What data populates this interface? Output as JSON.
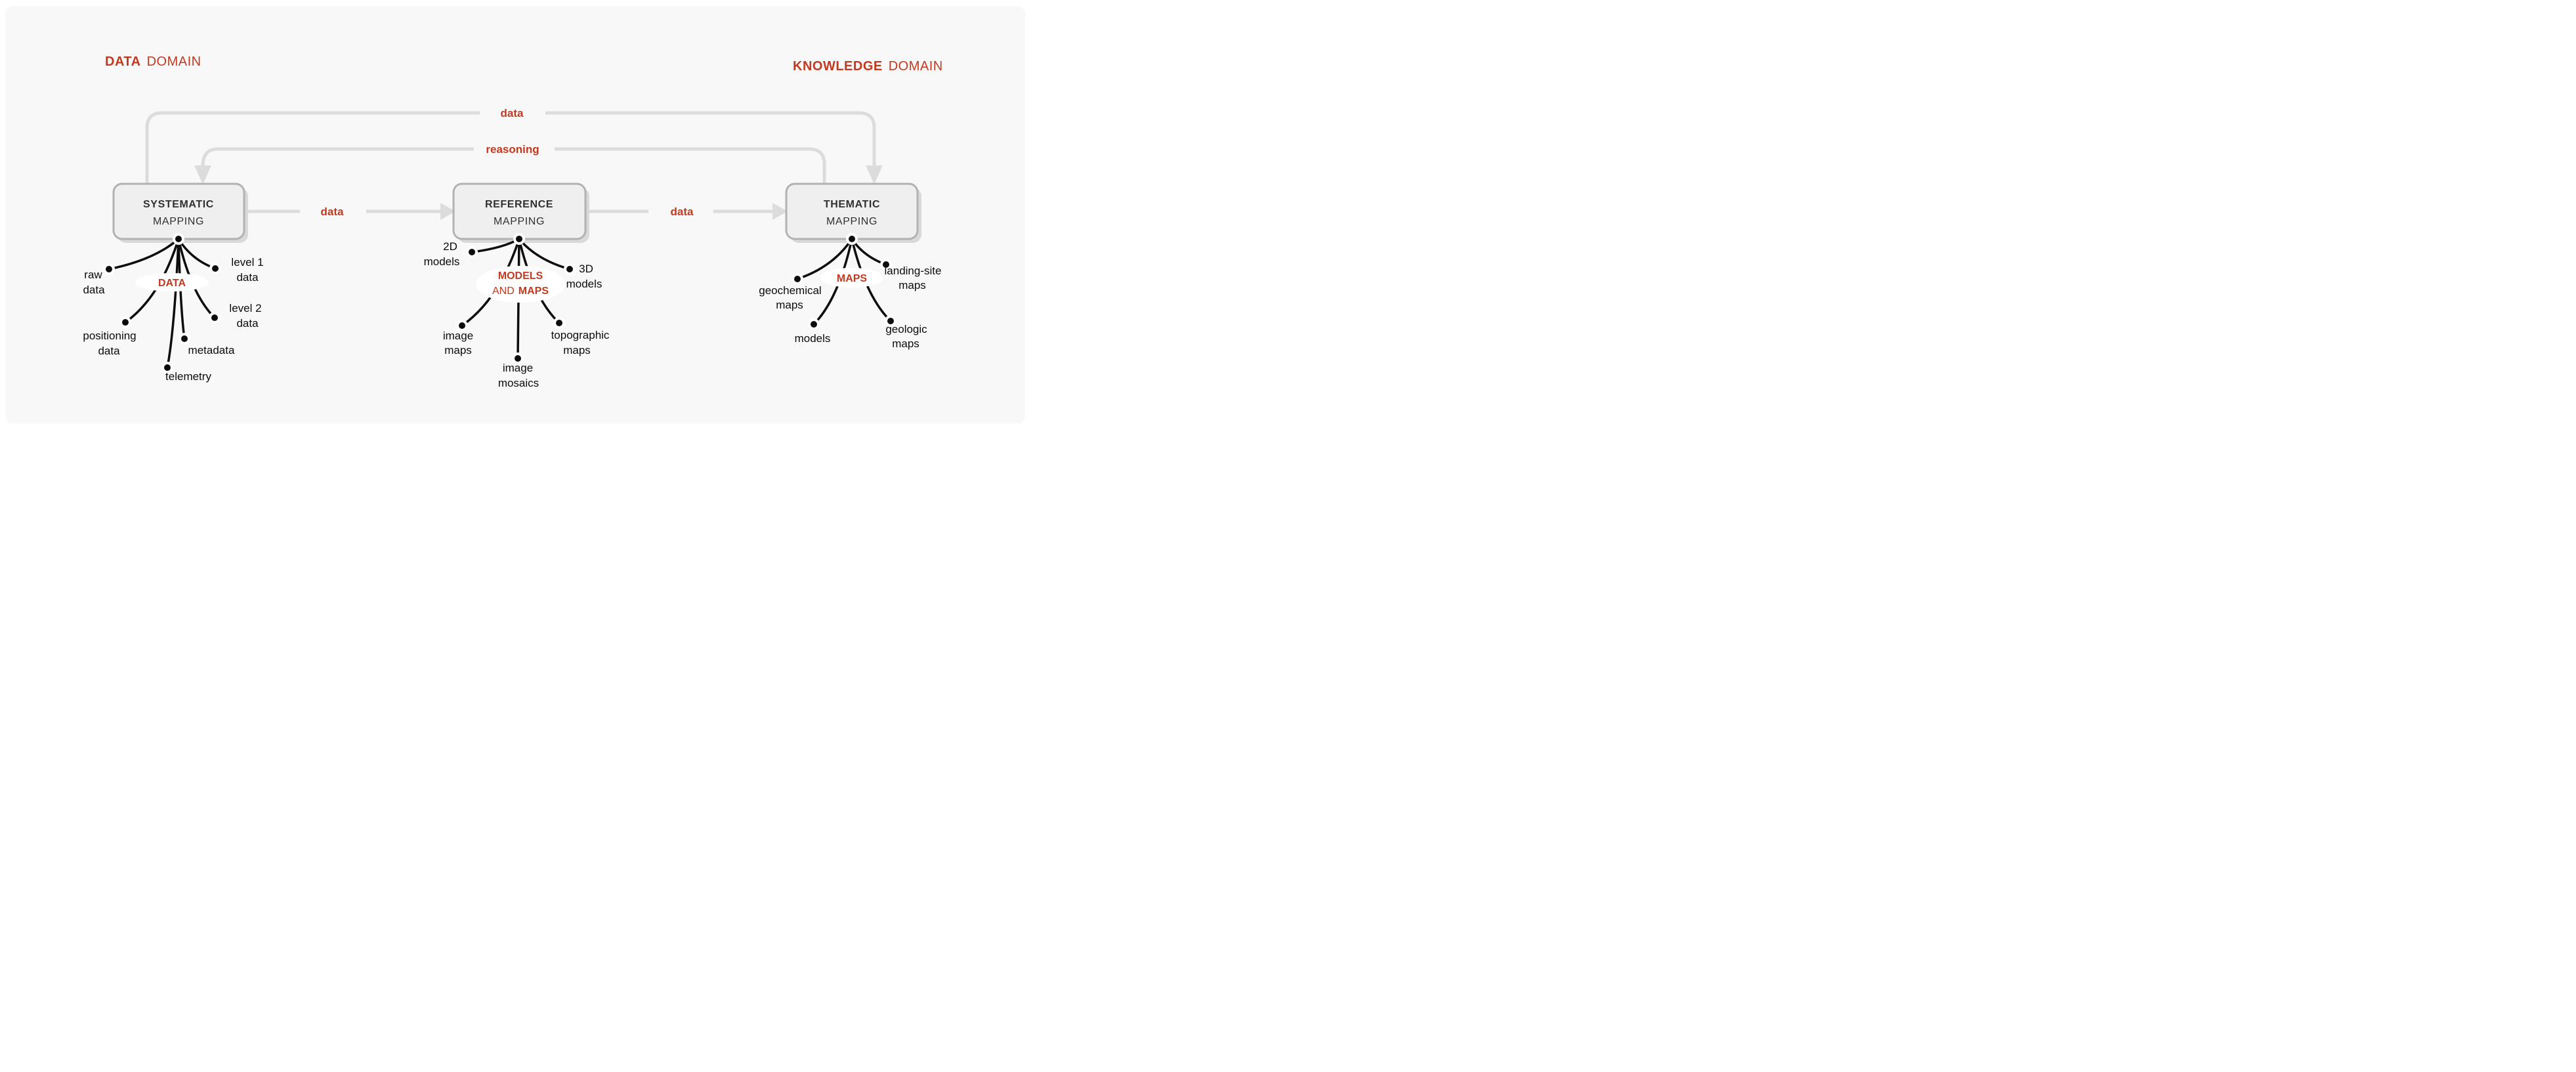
{
  "colors": {
    "accent_red": "#c23a20",
    "connector_gray": "#dcdcdc",
    "box_border": "#b2b2b2",
    "box_fill": "#efefef",
    "panel_bg": "#f8f8f8",
    "line_black": "#0d0d0d"
  },
  "domains": {
    "left": {
      "bold": "DATA",
      "rest": "DOMAIN"
    },
    "right": {
      "bold": "KNOWLEDGE",
      "rest": "DOMAIN"
    }
  },
  "feedback_loops": {
    "data_label": "data",
    "reasoning_label": "reasoning"
  },
  "flow_connectors": [
    {
      "label": "data"
    },
    {
      "label": "data"
    }
  ],
  "stages": [
    {
      "title_line1": "SYSTEMATIC",
      "title_line2": "MAPPING",
      "center_label": {
        "line1_bold": "DATA"
      },
      "leaves": [
        {
          "lines": [
            "raw",
            "data"
          ]
        },
        {
          "lines": [
            "positioning",
            "data"
          ]
        },
        {
          "lines": [
            "telemetry"
          ]
        },
        {
          "lines": [
            "metadata"
          ]
        },
        {
          "lines": [
            "level 2",
            "data"
          ]
        },
        {
          "lines": [
            "level 1",
            "data"
          ]
        }
      ]
    },
    {
      "title_line1": "REFERENCE",
      "title_line2": "MAPPING",
      "center_label": {
        "line1_bold": "MODELS",
        "line2_regular": "AND",
        "line2_bold": "MAPS"
      },
      "leaves": [
        {
          "lines": [
            "2D",
            "models"
          ]
        },
        {
          "lines": [
            "image",
            "maps"
          ]
        },
        {
          "lines": [
            "image",
            "mosaics"
          ]
        },
        {
          "lines": [
            "topographic",
            "maps"
          ]
        },
        {
          "lines": [
            "3D",
            "models"
          ]
        }
      ]
    },
    {
      "title_line1": "THEMATIC",
      "title_line2": "MAPPING",
      "center_label": {
        "line1_bold": "MAPS"
      },
      "leaves": [
        {
          "lines": [
            "geochemical",
            "maps"
          ]
        },
        {
          "lines": [
            "models"
          ]
        },
        {
          "lines": [
            "geologic",
            "maps"
          ]
        },
        {
          "lines": [
            "landing-site",
            "maps"
          ]
        }
      ]
    }
  ]
}
